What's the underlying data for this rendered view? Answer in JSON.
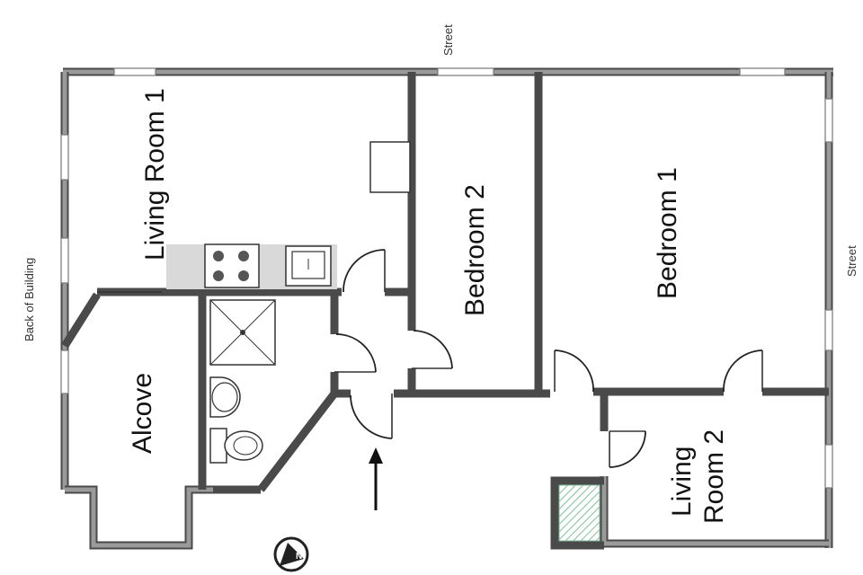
{
  "labels": {
    "living_room_1": "Living Room 1",
    "bedroom_2": "Bedroom 2",
    "bedroom_1": "Bedroom 1",
    "alcove": "Alcove",
    "living_room_2_line1": "Living",
    "living_room_2_line2": "Room 2",
    "street_top": "Street",
    "street_right": "Street",
    "back_of_building": "Back of Building"
  },
  "icons": {
    "compass": "north-compass-icon",
    "entrance": "entrance-arrow-icon"
  },
  "colors": {
    "wall": "#8f8f8f",
    "counter": "#d9d9d9",
    "balcony": "#7fbf9a"
  }
}
